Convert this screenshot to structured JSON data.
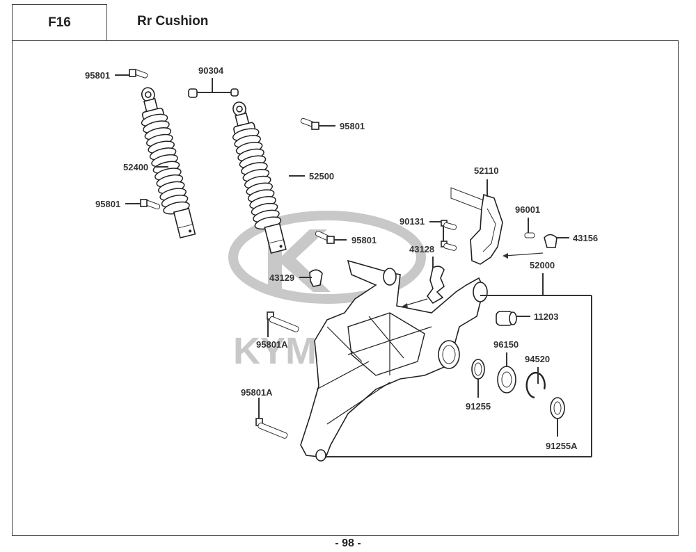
{
  "header": {
    "code": "F16",
    "title": "Rr Cushion"
  },
  "watermark": {
    "brand": "KYMCO"
  },
  "page_number": "- 98 -",
  "parts": [
    {
      "id": "p1",
      "number": "95801"
    },
    {
      "id": "p2",
      "number": "90304"
    },
    {
      "id": "p3",
      "number": "95801"
    },
    {
      "id": "p4",
      "number": "52400"
    },
    {
      "id": "p5",
      "number": "52500"
    },
    {
      "id": "p6",
      "number": "95801"
    },
    {
      "id": "p7",
      "number": "52110"
    },
    {
      "id": "p8",
      "number": "96001"
    },
    {
      "id": "p9",
      "number": "90131"
    },
    {
      "id": "p10",
      "number": "43156"
    },
    {
      "id": "p11",
      "number": "95801"
    },
    {
      "id": "p12",
      "number": "43128"
    },
    {
      "id": "p13",
      "number": "52000"
    },
    {
      "id": "p14",
      "number": "43129"
    },
    {
      "id": "p15",
      "number": "11203"
    },
    {
      "id": "p16",
      "number": "95801A"
    },
    {
      "id": "p17",
      "number": "96150"
    },
    {
      "id": "p18",
      "number": "94520"
    },
    {
      "id": "p19",
      "number": "91255"
    },
    {
      "id": "p20",
      "number": "95801A"
    },
    {
      "id": "p21",
      "number": "91255A"
    }
  ]
}
